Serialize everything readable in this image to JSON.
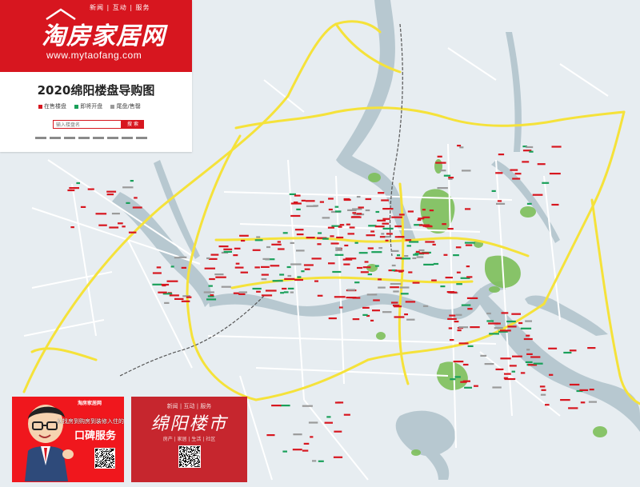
{
  "brand": {
    "logo_text": "淘房家居网",
    "tagline": "新闻 | 互动 | 服务",
    "url": "www.mytaofang.com",
    "color": "#d7161f"
  },
  "map_title": "2020绵阳楼盘导购图",
  "legend": [
    {
      "label": "在售楼盘",
      "color": "#d7161f"
    },
    {
      "label": "即将开盘",
      "color": "#1aa05a"
    },
    {
      "label": "尾盘/售罄",
      "color": "#9a9a9a"
    }
  ],
  "search": {
    "placeholder": "输入楼盘名",
    "button_label": "搜 索"
  },
  "promo_left": {
    "line": "从找房到购房到装修入住的",
    "title": "口碑服务"
  },
  "promo_mid": {
    "top": "新闻 | 互动 | 服务",
    "title": "绵阳楼市",
    "subtitle": "房产 | 家居 | 生活 | 社区"
  },
  "colors": {
    "water": "#b7c8d0",
    "land": "#e7edf1",
    "highway": "#f5e23a",
    "road": "#ffffff",
    "park": "#7dbf5a",
    "railway": "#555555"
  }
}
